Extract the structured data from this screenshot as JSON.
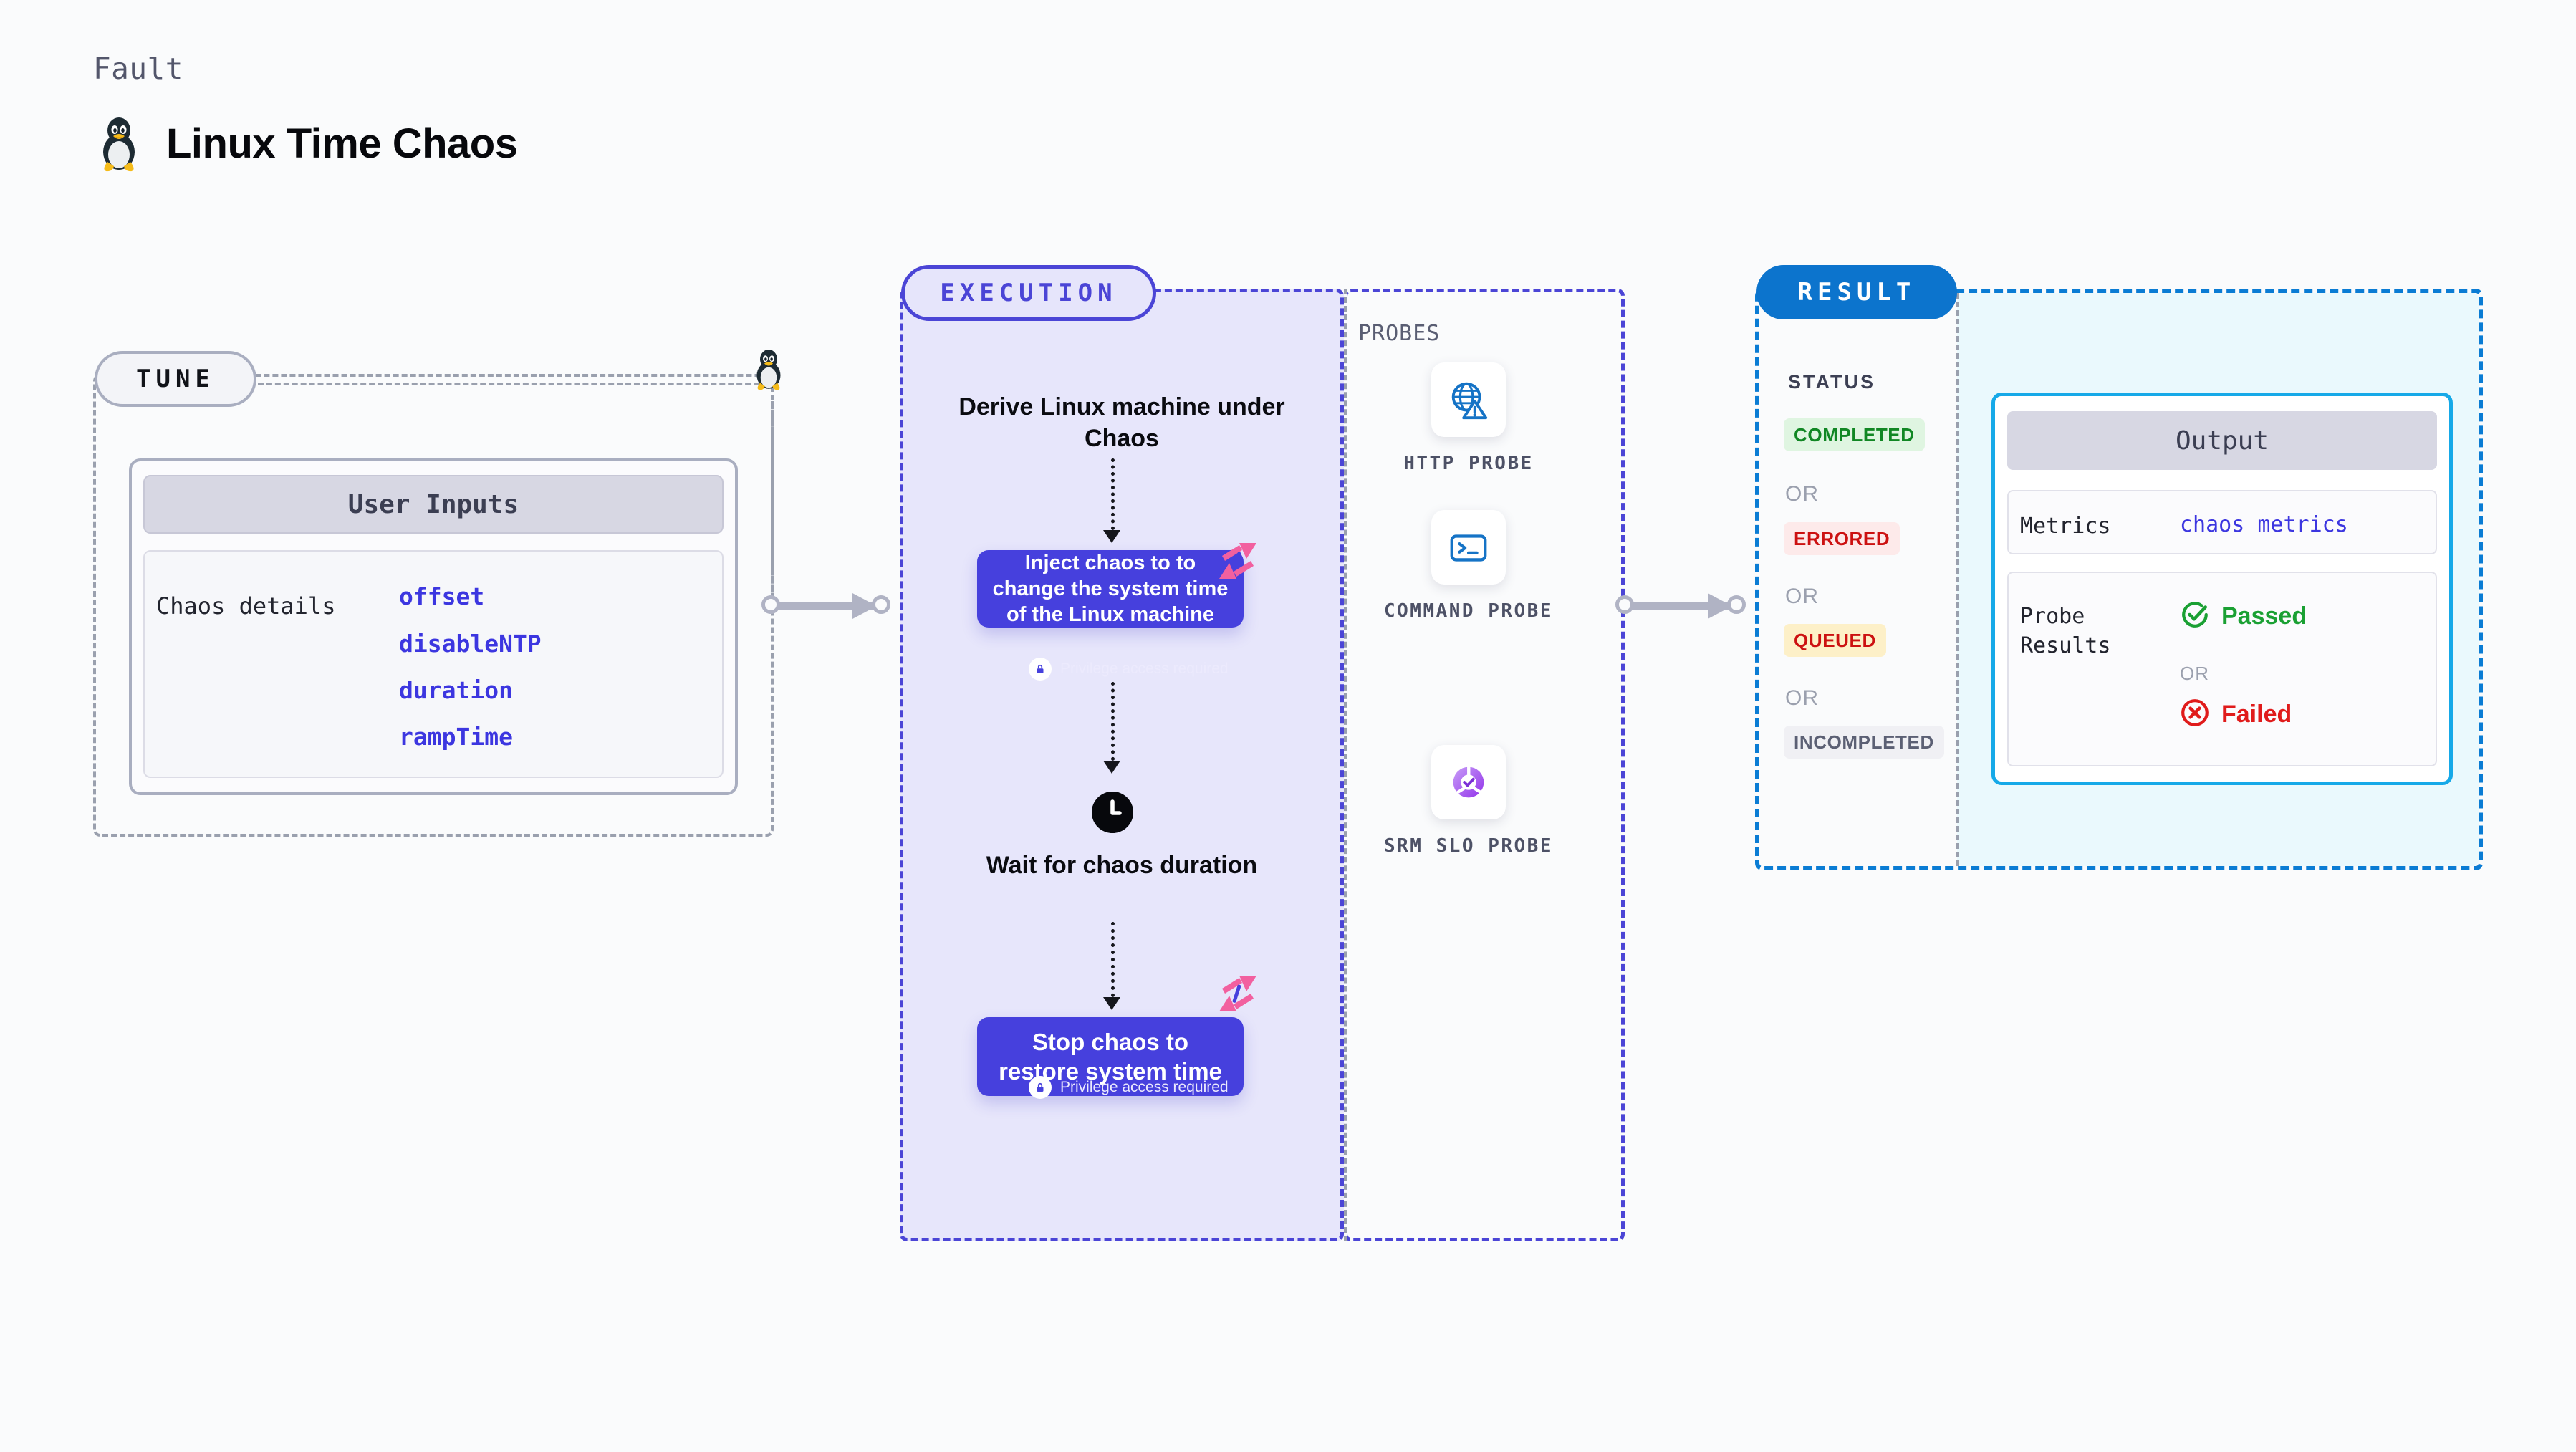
{
  "header": {
    "kicker": "Fault",
    "title": "Linux Time Chaos",
    "icon": "linux-penguin-icon"
  },
  "tune": {
    "badge": "TUNE",
    "icon": "linux-penguin-icon",
    "card": {
      "header": "User Inputs",
      "row_label": "Chaos details",
      "params": [
        "offset",
        "disableNTP",
        "duration",
        "rampTime"
      ]
    }
  },
  "execution": {
    "badge": "EXECUTION",
    "steps": [
      {
        "type": "title",
        "text": "Derive Linux machine under Chaos"
      },
      {
        "type": "card",
        "text": "Inject chaos to to change the system time of the Linux machine",
        "note": "Privilege access required",
        "note_icon": "lock-icon",
        "brand_icon": "harness-logo-icon"
      },
      {
        "type": "title",
        "icon": "clock-icon",
        "text": "Wait for chaos duration"
      },
      {
        "type": "card",
        "text": "Stop chaos to restore system time",
        "note": "Privilege access required",
        "note_icon": "lock-icon",
        "brand_icon": "harness-logo-icon"
      }
    ]
  },
  "probes": {
    "label": "PROBES",
    "items": [
      {
        "name": "HTTP PROBE",
        "icon": "globe-warning-icon"
      },
      {
        "name": "COMMAND PROBE",
        "icon": "terminal-icon"
      },
      {
        "name": "SRM SLO PROBE",
        "icon": "slo-donut-check-icon"
      }
    ]
  },
  "result": {
    "badge": "RESULT",
    "status_label": "STATUS",
    "or_label": "OR",
    "statuses": [
      {
        "text": "COMPLETED",
        "color": "#118724",
        "bg": "#dff5e1"
      },
      {
        "text": "ERRORED",
        "color": "#cc1111",
        "bg": "#fdeaea"
      },
      {
        "text": "QUEUED",
        "color": "#cc1111",
        "bg": "#fdf0c8"
      },
      {
        "text": "INCOMPLETED",
        "color": "#5c6074",
        "bg": "#f0f0f4"
      }
    ],
    "output": {
      "header": "Output",
      "metrics_key": "Metrics",
      "metrics_value": "chaos metrics",
      "probe_key": "Probe Results",
      "passed": "Passed",
      "failed": "Failed",
      "or_label": "OR",
      "passed_color": "#1aa033",
      "failed_color": "#e01b1b",
      "passed_icon": "check-circle-icon",
      "failed_icon": "x-circle-icon"
    }
  },
  "colors": {
    "indigo": "#4b45d6",
    "purple_card": "#4640dd",
    "blue": "#0c74cd",
    "cyan": "#16a9e8",
    "gray_dash": "#9aa0ae",
    "pink": "#f2609f"
  }
}
